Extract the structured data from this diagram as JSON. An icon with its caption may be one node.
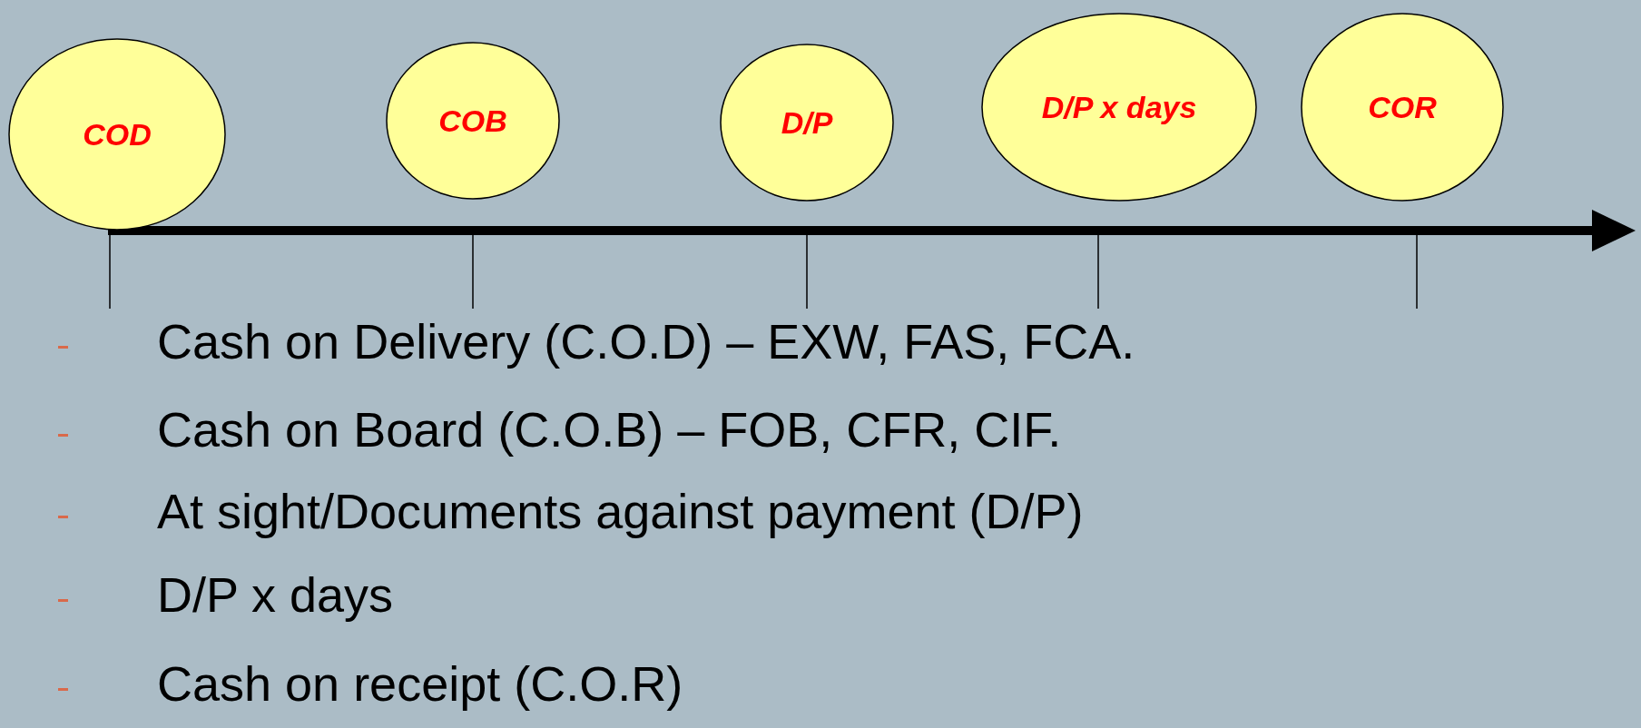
{
  "diagram": {
    "nodes": [
      {
        "text": [
          "COD"
        ]
      },
      {
        "text": [
          "COB"
        ]
      },
      {
        "text": [
          "D/P"
        ]
      },
      {
        "text": [
          "D/P x days"
        ]
      },
      {
        "text": [
          "COR"
        ]
      }
    ],
    "edges": [],
    "labels": [
      "Cash on Delivery (C.O.D) – EXW, FAS, FCA.",
      "Cash on Board (C.O.B) – FOB, CFR, CIF.",
      "At sight/Documents against payment (D/P)",
      "D/P x days",
      "Cash on receipt (C.O.R)"
    ]
  }
}
